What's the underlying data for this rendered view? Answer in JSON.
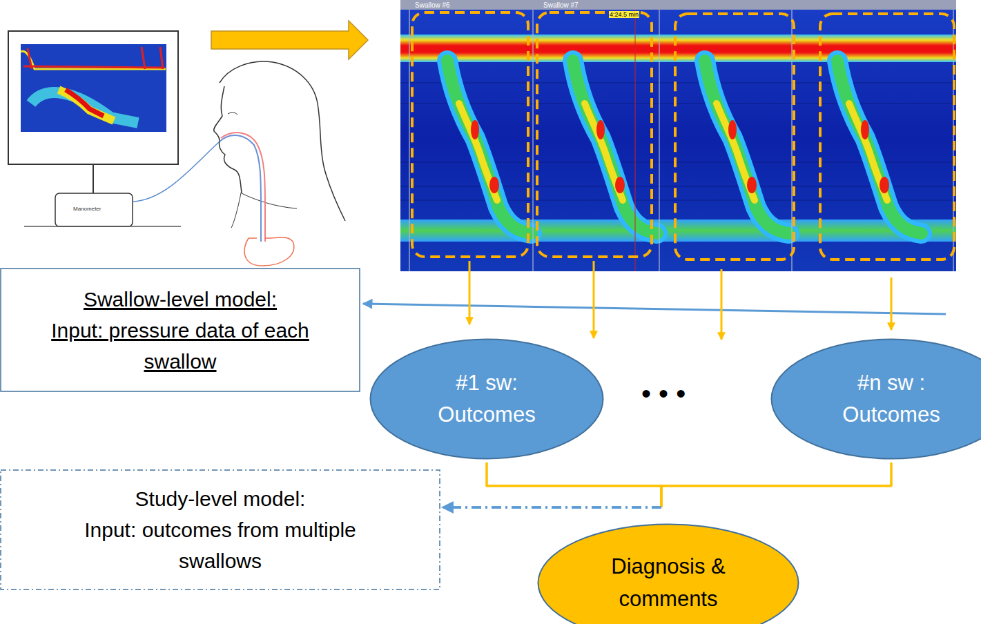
{
  "diagram": {
    "nodes": [
      {
        "text": [
          "Swallow-level model:",
          "Input: pressure data of each swallow"
        ]
      },
      {
        "text": [
          "#1 sw: Outcomes"
        ]
      },
      {
        "text": [
          "#n sw : Outcomes"
        ]
      },
      {
        "text": [
          "Study-level model:",
          "Input: outcomes from multiple swallows"
        ]
      },
      {
        "text": [
          "Diagnosis & comments"
        ]
      }
    ],
    "edges": [
      {
        "from": 1,
        "to": 3,
        "arrow": "to"
      },
      {
        "from": 2,
        "to": 3,
        "arrow": "to"
      }
    ],
    "labels": [
      "Manometer",
      "Swallow #6",
      "Swallow #7",
      "4:24.5 min",
      "• • •"
    ]
  }
}
